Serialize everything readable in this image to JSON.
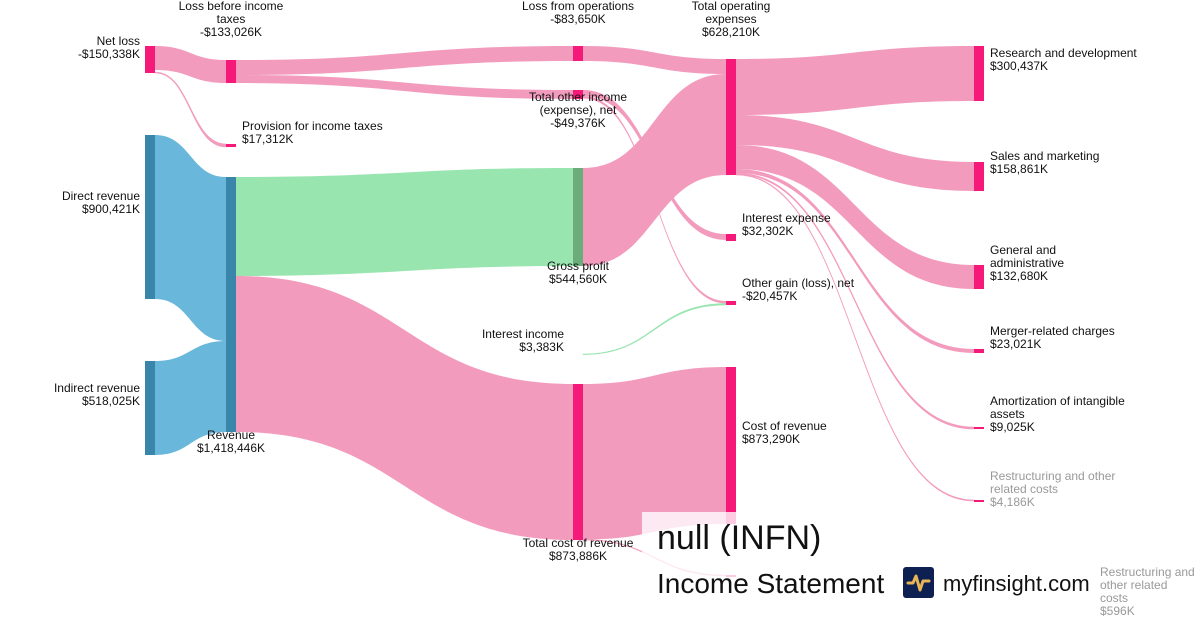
{
  "colors": {
    "link_pink": "#f39bbd",
    "node_pink": "#f5197a",
    "link_blue": "#6ab7dc",
    "node_blue": "#3a85aa",
    "link_green": "#99e5b0",
    "node_green": "#6aad7b",
    "logo_bg": "#0e1f52",
    "logo_accent": "#e8b455"
  },
  "nodes": {
    "net_loss": {
      "label": "Net loss",
      "value": "-$150,338K"
    },
    "direct_revenue": {
      "label": "Direct revenue",
      "value": "$900,421K"
    },
    "indirect_revenue": {
      "label": "Indirect revenue",
      "value": "$518,025K"
    },
    "loss_before_taxes": {
      "label": "Loss before income taxes",
      "value": "-$133,026K"
    },
    "provision_taxes": {
      "label": "Provision for income taxes",
      "value": "$17,312K"
    },
    "revenue": {
      "label": "Revenue",
      "value": "$1,418,446K"
    },
    "loss_from_ops": {
      "label": "Loss from operations",
      "value": "-$83,650K"
    },
    "total_other": {
      "label": "Total other income (expense), net",
      "value": "-$49,376K"
    },
    "gross_profit": {
      "label": "Gross profit",
      "value": "$544,560K"
    },
    "interest_income": {
      "label": "Interest income",
      "value": "$3,383K"
    },
    "total_cost_revenue": {
      "label": "Total cost of revenue",
      "value": "$873,886K"
    },
    "total_opex": {
      "label": "Total operating expenses",
      "value": "$628,210K"
    },
    "interest_expense": {
      "label": "Interest expense",
      "value": "$32,302K"
    },
    "other_gain": {
      "label": "Other gain (loss), net",
      "value": "-$20,457K"
    },
    "cost_of_revenue": {
      "label": "Cost of revenue",
      "value": "$873,290K"
    },
    "restructuring_cor": {
      "label": "Restructuring and other related costs",
      "value": "$596K"
    },
    "rnd": {
      "label": "Research and development",
      "value": "$300,437K"
    },
    "sales_marketing": {
      "label": "Sales and marketing",
      "value": "$158,861K"
    },
    "gna": {
      "label": "General and administrative",
      "value": "$132,680K"
    },
    "merger": {
      "label": "Merger-related charges",
      "value": "$23,021K"
    },
    "amortization": {
      "label": "Amortization of intangible assets",
      "value": "$9,025K"
    },
    "restructuring_opex": {
      "label": "Restructuring and other related costs",
      "value": "$4,186K"
    }
  },
  "links": [
    {
      "source": "net_loss",
      "target": "loss_before_taxes",
      "value": 133026,
      "color": "pink"
    },
    {
      "source": "net_loss",
      "target": "provision_taxes",
      "value": 17312,
      "color": "pink"
    },
    {
      "source": "direct_revenue",
      "target": "revenue",
      "value": 900421,
      "color": "blue"
    },
    {
      "source": "indirect_revenue",
      "target": "revenue",
      "value": 518025,
      "color": "blue"
    },
    {
      "source": "loss_before_taxes",
      "target": "loss_from_ops",
      "value": 83650,
      "color": "pink"
    },
    {
      "source": "loss_before_taxes",
      "target": "total_other",
      "value": 49376,
      "color": "pink"
    },
    {
      "source": "revenue",
      "target": "gross_profit",
      "value": 544560,
      "color": "green"
    },
    {
      "source": "revenue",
      "target": "total_cost_revenue",
      "value": 873886,
      "color": "pink"
    },
    {
      "source": "loss_from_ops",
      "target": "total_opex",
      "value": 83650,
      "color": "pink"
    },
    {
      "source": "gross_profit",
      "target": "total_opex",
      "value": 544560,
      "color": "pink"
    },
    {
      "source": "total_other",
      "target": "interest_expense",
      "value": 32302,
      "color": "pink"
    },
    {
      "source": "total_other",
      "target": "other_gain",
      "value": 17074,
      "color": "pink"
    },
    {
      "source": "interest_income",
      "target": "other_gain",
      "value": 3383,
      "color": "green"
    },
    {
      "source": "total_cost_revenue",
      "target": "cost_of_revenue",
      "value": 873290,
      "color": "pink"
    },
    {
      "source": "total_cost_revenue",
      "target": "restructuring_cor",
      "value": 596,
      "color": "pink"
    },
    {
      "source": "total_opex",
      "target": "rnd",
      "value": 300437,
      "color": "pink"
    },
    {
      "source": "total_opex",
      "target": "sales_marketing",
      "value": 158861,
      "color": "pink"
    },
    {
      "source": "total_opex",
      "target": "gna",
      "value": 132680,
      "color": "pink"
    },
    {
      "source": "total_opex",
      "target": "merger",
      "value": 23021,
      "color": "pink"
    },
    {
      "source": "total_opex",
      "target": "amortization",
      "value": 9025,
      "color": "pink"
    },
    {
      "source": "total_opex",
      "target": "restructuring_opex",
      "value": 4186,
      "color": "pink"
    }
  ],
  "footer": {
    "company": "null (INFN)",
    "statement": "Income Statement",
    "site": "myfinsight.com"
  }
}
